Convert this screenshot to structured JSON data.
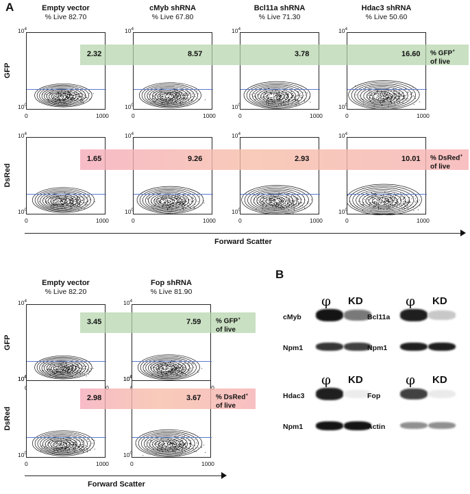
{
  "panel_a": {
    "letter": "A",
    "top": {
      "conditions": [
        {
          "name": "Empty vector",
          "live": "% Live 82.70",
          "gfp": "2.32",
          "dsred": "1.65"
        },
        {
          "name": "cMyb shRNA",
          "live": "% Live 67.80",
          "gfp": "8.57",
          "dsred": "9.26"
        },
        {
          "name": "Bcl11a shRNA",
          "live": "% Live 71.30",
          "gfp": "3.78",
          "dsred": "2.93"
        },
        {
          "name": "Hdac3 shRNA",
          "live": "% Live 50.60",
          "gfp": "16.60",
          "dsred": "10.01"
        }
      ],
      "x_axis_title": "Forward Scatter"
    },
    "bottom": {
      "conditions": [
        {
          "name": "Empty vector",
          "live": "% Live 82.20",
          "gfp": "3.45",
          "dsred": "2.98"
        },
        {
          "name": "Fop shRNA",
          "live": "% Live 81.90",
          "gfp": "7.59",
          "dsred": "3.67"
        }
      ],
      "x_axis_title": "Forward Scatter"
    },
    "row_labels": {
      "gfp": "GFP",
      "dsred": "DsRed"
    },
    "band_labels": {
      "gfp_line1": "% GFP",
      "gfp_sup": "+",
      "gfp_line2": "of live",
      "dsred_line1": "% DsRed",
      "dsred_sup": "+",
      "dsred_line2": "of live"
    },
    "ticks": {
      "y_top_base": "10",
      "y_top_exp": "4",
      "y_bot_base": "10",
      "y_bot_exp": "0",
      "x_min": "0",
      "x_max": "1000"
    },
    "colors": {
      "gfp_band": "#b4d4aa",
      "dsred_band": "#f5aab9",
      "gate_line": "#5577cc"
    }
  },
  "panel_b": {
    "letter": "B",
    "header_phi": "φ",
    "header_kd": "KD",
    "blots": [
      {
        "target": "cMyb",
        "control": "Npm1"
      },
      {
        "target": "Bcl11a",
        "control": "Npm1"
      },
      {
        "target": "Hdac3",
        "control": "Npm1"
      },
      {
        "target": "Fop",
        "control": "Actin"
      }
    ]
  }
}
